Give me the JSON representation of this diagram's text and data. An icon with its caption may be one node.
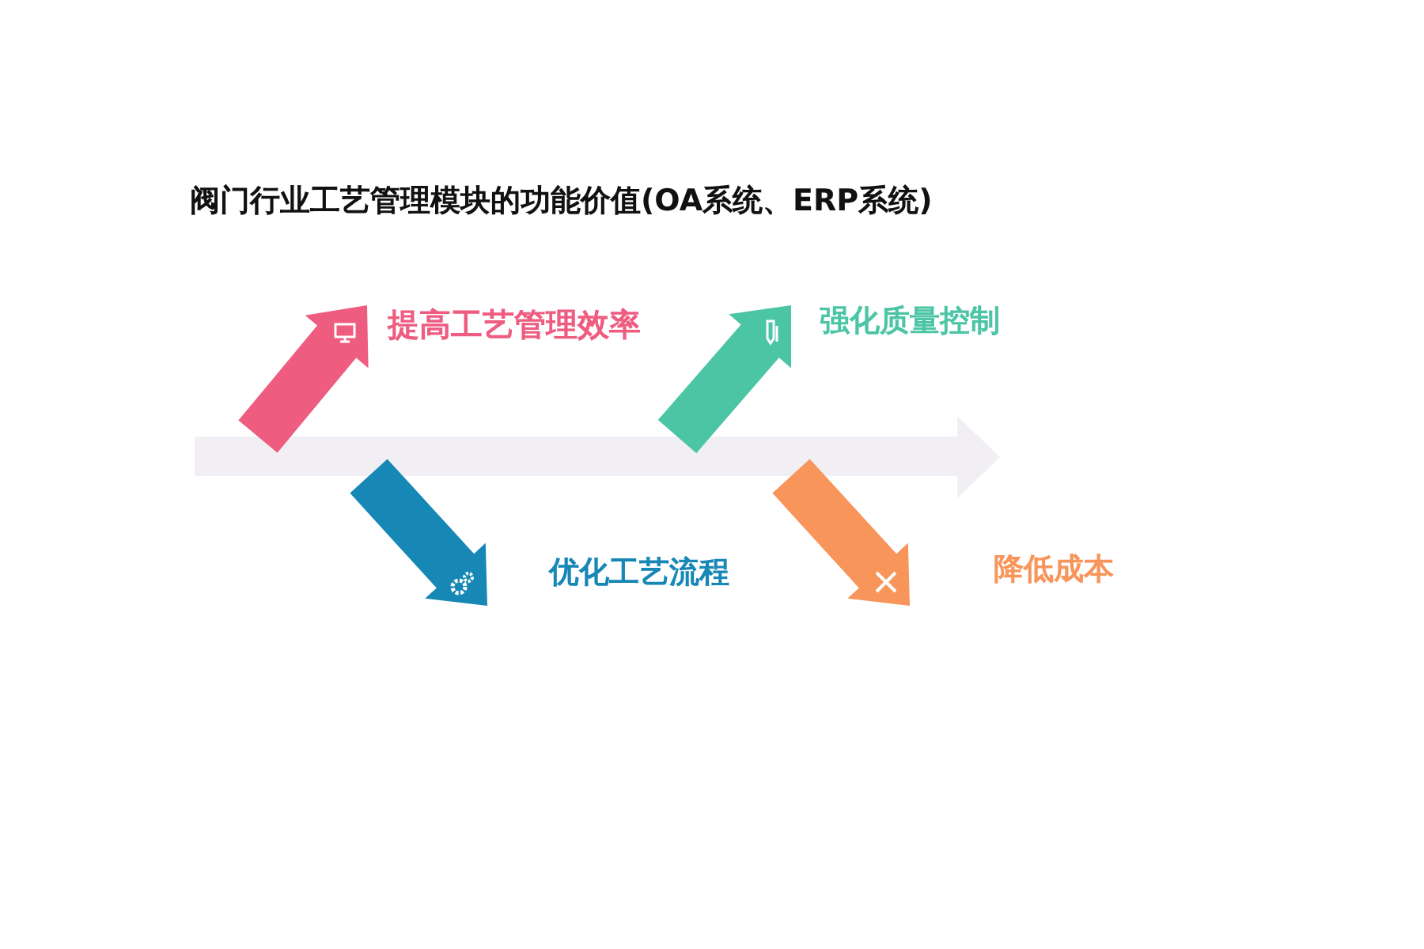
{
  "diagram": {
    "title": "阀门行业工艺管理模块的功能价值(OA系统、ERP系统)",
    "labels": [
      "提高工艺管理效率",
      "强化质量控制",
      "优化工艺流程",
      "降低成本"
    ]
  }
}
